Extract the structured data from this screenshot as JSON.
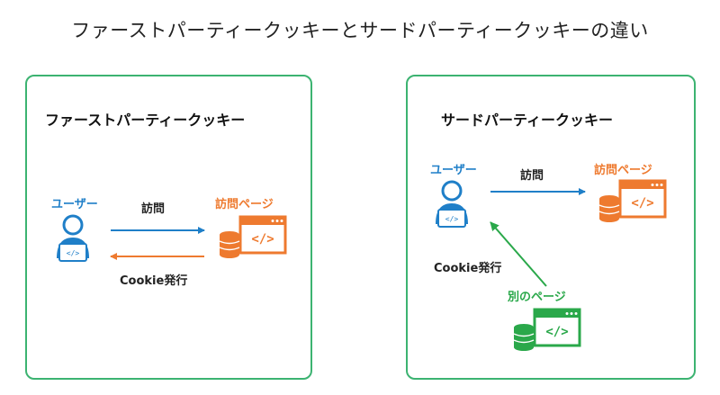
{
  "title": "ファーストパーティークッキーとサードパーティークッキーの違い",
  "colors": {
    "panel_border": "#3cb371",
    "user_blue": "#1f7fc8",
    "visit_orange": "#ee7a2f",
    "other_green": "#2aa84a",
    "text_dark": "#222222"
  },
  "first_party": {
    "heading": "ファーストパーティークッキー",
    "user_label": "ユーザー",
    "visit_arrow_label": "訪問",
    "site_label": "訪問ページ",
    "cookie_arrow_label": "Cookie発行"
  },
  "third_party": {
    "heading": "サードパーティークッキー",
    "user_label": "ユーザー",
    "visit_arrow_label": "訪問",
    "site_label": "訪問ページ",
    "cookie_arrow_label": "Cookie発行",
    "other_site_label": "別のページ"
  },
  "icons": {
    "user": "user-at-laptop-icon",
    "site": "database-and-code-window-icon"
  }
}
